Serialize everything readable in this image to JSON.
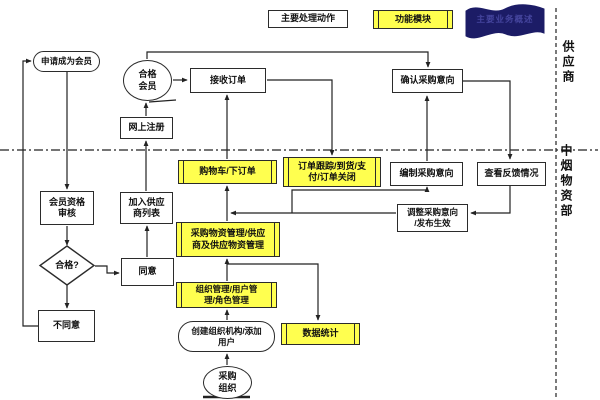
{
  "legend": {
    "action": "主要处理动作",
    "module": "功能模块",
    "flag": "主要业务概述"
  },
  "lanes": {
    "top": "供应商",
    "bottom": "中烟物资部"
  },
  "colors": {
    "module_fill": "#ffff4f",
    "flag_fill": "#1c1c66",
    "line": "#222222",
    "background": "#ffffff"
  },
  "nodes": {
    "apply": {
      "label": "申请成为会员"
    },
    "qualified_member": {
      "label": "合格\n会员"
    },
    "online_register": {
      "label": "网上注册"
    },
    "receive_order": {
      "label": "接收订单"
    },
    "confirm_intent": {
      "label": "确认采购意向"
    },
    "cart": {
      "label": "购物车/下订单"
    },
    "order_tracking": {
      "label": "订单跟踪/到货/支\n付/订单关闭"
    },
    "prepare_intent": {
      "label": "编制采购意向"
    },
    "view_feedback": {
      "label": "查看反馈情况"
    },
    "adjust_intent": {
      "label": "调整采购意向\n/发布生效"
    },
    "join_supplier_list": {
      "label": "加入供应\n商列表"
    },
    "member_review": {
      "label": "会员资格\n审核"
    },
    "qualify_decision": {
      "label": "合格?"
    },
    "agree": {
      "label": "同意"
    },
    "disagree": {
      "label": "不同意"
    },
    "material_mgmt": {
      "label": "采购物资管理/供应\n商及供应物资管理"
    },
    "org_mgmt": {
      "label": "组织管理/用户管\n理/角色管理"
    },
    "create_org": {
      "label": "创建组织机构/添加\n用户"
    },
    "purchase_org": {
      "label": "采购\n组织"
    },
    "data_stats": {
      "label": "数据统计"
    }
  }
}
